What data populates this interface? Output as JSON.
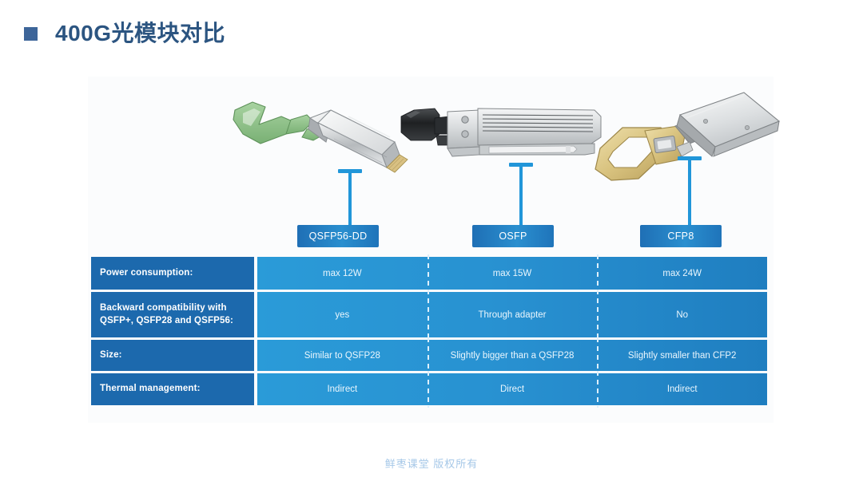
{
  "slide": {
    "title": "400G光模块对比",
    "bullet_color": "#3d6599",
    "title_color": "#2c5581"
  },
  "modules": [
    {
      "name": "QSFP56-DD",
      "art": "qsfp56dd-module-illustration",
      "bail_color": "#8fc48a",
      "body_color": "#c9ccce"
    },
    {
      "name": "OSFP",
      "art": "osfp-module-illustration",
      "bail_color": "#2b2b2b",
      "body_color": "#d2d4d6"
    },
    {
      "name": "CFP8",
      "art": "cfp8-module-illustration",
      "bail_color": "#dcc582",
      "body_color": "#d4d7da"
    }
  ],
  "table": {
    "columns": [
      "QSFP56-DD",
      "OSFP",
      "CFP8"
    ],
    "label_column_color": "#1c69ad",
    "value_column_color": "#2a9bd8",
    "rows": [
      {
        "label": "Power consumption:",
        "values": [
          "max 12W",
          "max 15W",
          "max 24W"
        ]
      },
      {
        "label": "Backward compatibility with QSFP+, QSFP28 and QSFP56:",
        "label_line1": "Backward compatibility with",
        "label_line2": "QSFP+, QSFP28 and QSFP56:",
        "values": [
          "yes",
          "Through adapter",
          "No"
        ]
      },
      {
        "label": "Size:",
        "values": [
          "Similar to QSFP28",
          "Slightly bigger than a QSFP28",
          "Slightly smaller than CFP2"
        ]
      },
      {
        "label": "Thermal management:",
        "values": [
          "Indirect",
          "Direct",
          "Indirect"
        ]
      }
    ]
  },
  "footer": {
    "text": "鲜枣课堂  版权所有",
    "color": "#a6c8e8"
  }
}
